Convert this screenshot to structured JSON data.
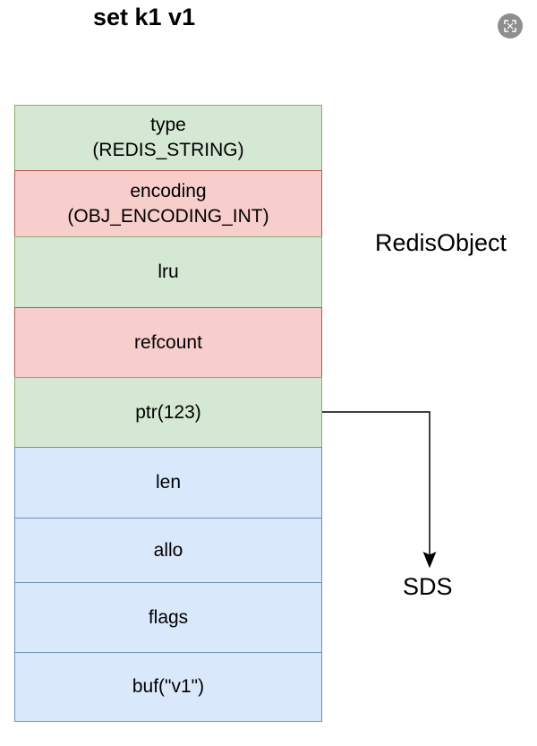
{
  "title": "set k1 v1",
  "expand_icon": "expand-icon",
  "redis_object": {
    "label": "RedisObject",
    "fields": {
      "type": {
        "line1": "type",
        "line2": "(REDIS_STRING)"
      },
      "encoding": {
        "line1": "encoding",
        "line2": "(OBJ_ENCODING_INT)"
      },
      "lru": "lru",
      "refcount": "refcount",
      "ptr": "ptr(123)"
    }
  },
  "sds": {
    "label": "SDS",
    "fields": {
      "len": "len",
      "alloc": "allo",
      "flags": "flags",
      "buf": "buf(\"v1\")"
    }
  },
  "colors": {
    "green_fill": "#d5e8d4",
    "green_stroke": "#82b366",
    "red_fill": "#f8cecc",
    "red_stroke": "#b85450",
    "blue_fill": "#dae8fc",
    "blue_stroke": "#6c8ebf"
  }
}
